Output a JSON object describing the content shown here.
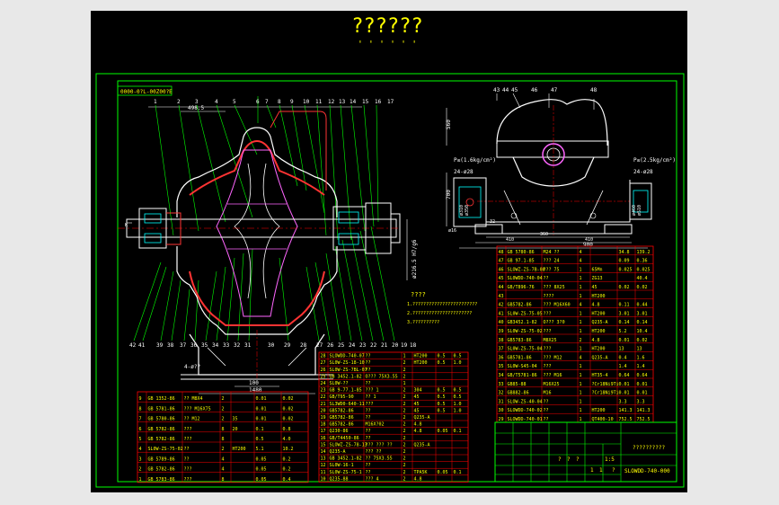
{
  "title": {
    "main": "??????",
    "sub": "' ' ' ' ' '"
  },
  "drawing_code_box": "0000-0?L-00Z00?E",
  "left_view": {
    "dim_width": "498.5",
    "dim_height": "ø216.5 H7/g6",
    "dim_base": "4-ø??",
    "dim_foot": "100",
    "dim_bottom": "1480",
    "top_callouts": [
      "1",
      "2",
      "3",
      "4",
      "5",
      "6",
      "7",
      "8",
      "9",
      "10",
      "11",
      "12",
      "13",
      "14",
      "15",
      "16",
      "17"
    ],
    "bottom_callouts": [
      "42",
      "41",
      "39",
      "38",
      "37",
      "36",
      "35",
      "34",
      "33",
      "32",
      "31",
      "30",
      "29",
      "28",
      "27",
      "26",
      "25",
      "24",
      "23",
      "22",
      "21",
      "20",
      "19",
      "18"
    ]
  },
  "right_view": {
    "top_labels": [
      "43",
      "44",
      "45",
      "46",
      "47",
      "48"
    ],
    "dim_height": "560",
    "dim_left_height": "700",
    "label_left": "P≤(1.6kg/cm²)",
    "label_right": "P≤(2.5kg/cm²)",
    "holes_left": "24-ø28",
    "holes_right": "24-ø28",
    "dim_bottom1": "360",
    "dim_bottom2": "410",
    "dim_bottom3": "410",
    "dim_total": "900",
    "dim_inner": "32",
    "dim_d310": "ø310",
    "dim_d350": "ø350",
    "dim_d460": "ø460",
    "dim_d510": "ø510"
  },
  "notes": {
    "heading": "????",
    "lines": [
      "1.????????????????????????",
      "2.??????????????????????",
      "3.??????????"
    ]
  },
  "parts_table_right": [
    [
      "48",
      "GB 5780-86",
      "M24 ??",
      "4",
      "",
      "34.8",
      "139.2"
    ],
    [
      "47",
      "GB 97.1-85",
      "??? 24",
      "4",
      "",
      "0.09",
      "0.36"
    ],
    [
      "46",
      "SLOWZ-ZS-7B-08",
      "??? 75",
      "1",
      "65Mn",
      "0.025",
      "0.025"
    ],
    [
      "45",
      "SL0WDD-740-04",
      "??",
      "1",
      "ZG13",
      "",
      "40.4"
    ],
    [
      "44",
      "GB/T896-76",
      "??? 8X25",
      "1",
      "45",
      "0.02",
      "0.02"
    ],
    [
      "43",
      "",
      "????",
      "1",
      "HT200",
      "",
      ""
    ],
    [
      "42",
      "GB5782-86",
      "??? M16X60",
      "4",
      "4.8",
      "0.11",
      "0.44"
    ],
    [
      "41",
      "SL0W-ZS-75-05",
      "???",
      "1",
      "HT200",
      "3.01",
      "3.01"
    ],
    [
      "40",
      "GB3452.1-82",
      "O??? 3?0",
      "1",
      "Q235-A",
      "0.14",
      "0.14"
    ],
    [
      "39",
      "SL0W-ZS-75-02",
      "???",
      "1",
      "HT200",
      "5.2",
      "10.4"
    ],
    [
      "38",
      "GB5783-86",
      "M8X25",
      "2",
      "4.8",
      "0.01",
      "0.02"
    ],
    [
      "37",
      "SL0W-ZS-75-04",
      "???",
      "1",
      "HT200",
      "13",
      "13"
    ],
    [
      "36",
      "GB5781-86",
      "??? M12",
      "4",
      "Q235-A",
      "0.4",
      "1.6"
    ],
    [
      "35",
      "SL0W-S45-04",
      "???",
      "1",
      "",
      "1.4",
      "1.4"
    ],
    [
      "34",
      "GB/T5781-86",
      "??? M16",
      "1",
      "HT35-4",
      "0.64",
      "0.64"
    ],
    [
      "33",
      "GB85-88",
      "M16X25",
      "1",
      "?Cr18Ni9Ti",
      "0.01",
      "0.01"
    ],
    [
      "32",
      "GB882-86",
      "M16",
      "1",
      "?Cr18Ni9Ti",
      "0.01",
      "0.01"
    ],
    [
      "31",
      "SLOW-ZS-40-04",
      "??",
      "1",
      "",
      "3.3",
      "3.3"
    ],
    [
      "30",
      "SLOWDD-740-02",
      "??",
      "1",
      "HT200",
      "141.3",
      "141.3"
    ],
    [
      "29",
      "SLOWDD-740-01",
      "??",
      "1",
      "QT400-10",
      "752.5",
      "752.5"
    ]
  ],
  "parts_table_mid": [
    [
      "28",
      "SLOWDD-740-07",
      "??",
      "1",
      "HT200",
      "0.5",
      "0.5"
    ],
    [
      "27",
      "SL0W-ZS-18-10",
      "??",
      "2",
      "HT200",
      "0.5",
      "1.0"
    ],
    [
      "26",
      "SL0W-ZS-7BL-07",
      "??",
      "2",
      "",
      "",
      ""
    ],
    [
      "25",
      "GB 3452.1-82",
      "O??? 75X3.55",
      "2",
      "",
      "",
      ""
    ],
    [
      "24",
      "SL0W-??",
      "??",
      "1",
      "",
      "",
      ""
    ],
    [
      "23",
      "GB 9-77.1-85",
      "??? 1",
      "2",
      "304",
      "0.5",
      "0.5"
    ],
    [
      "22",
      "GB/T95-90",
      "?? 1",
      "2",
      "45",
      "0.5",
      "0.5"
    ],
    [
      "21",
      "SL3WD0-640-11",
      "???",
      "2",
      "45",
      "0.5",
      "1.0"
    ],
    [
      "20",
      "GB5782-86",
      "??",
      "2",
      "45",
      "0.5",
      "1.0"
    ],
    [
      "19",
      "GB5782-86",
      "??",
      "2",
      "Q235-A",
      "",
      ""
    ],
    [
      "18",
      "GB5782-86",
      "M16X?02",
      "2",
      "4.8",
      "",
      ""
    ],
    [
      "17",
      "Q230-86",
      "??",
      "2",
      "4.8",
      "0.05",
      "0.1"
    ],
    [
      "16",
      "GB/T4450-86",
      "??",
      "2",
      "",
      "",
      ""
    ],
    [
      "15",
      "SLOWZ-ZS-78-13",
      "??? ??? ??",
      "2",
      "Q235-A",
      "",
      ""
    ],
    [
      "14",
      "Q235-A",
      "??? ??",
      "2",
      "",
      "",
      ""
    ],
    [
      "13",
      "GB 3452.1-82",
      "?? 75X3.55",
      "2",
      "",
      "",
      ""
    ],
    [
      "12",
      "SL0W-16-1",
      "??",
      "2",
      "",
      "",
      ""
    ],
    [
      "11",
      "SL0W-ZS-75-1",
      "??",
      "2",
      "TPA5K",
      "0.05",
      "0.1"
    ],
    [
      "10",
      "Q235-88",
      "??? 4",
      "2",
      "4.8",
      "",
      ""
    ]
  ],
  "parts_table_left": [
    [
      "9",
      "GB 1352-86",
      "?? M8X4",
      "2",
      "",
      "0.01",
      "0.02"
    ],
    [
      "8",
      "GB 5781-86",
      "??? M16X75",
      "2",
      "",
      "0.01",
      "0.02"
    ],
    [
      "7",
      "GB 5780-86",
      "?? M12",
      "2",
      "35",
      "0.01",
      "0.02"
    ],
    [
      "6",
      "GB 5782-86",
      "???",
      "8",
      "20",
      "0.1",
      "0.8"
    ],
    [
      "5",
      "GB 5782-86",
      "???",
      "8",
      "",
      "0.5",
      "4.0"
    ],
    [
      "4",
      "SL0W-ZS-75-02",
      "??",
      "2",
      "HT200",
      "5.1",
      "10.2"
    ],
    [
      "3",
      "GB 5789-86",
      "??",
      "4",
      "",
      "0.05",
      "0.2"
    ],
    [
      "2",
      "GB 5782-86",
      "???",
      "4",
      "",
      "0.05",
      "0.2"
    ],
    [
      "1",
      "GB 5783-86",
      "???",
      "8",
      "",
      "0.05",
      "0.4"
    ]
  ],
  "title_block": {
    "name": "??????????",
    "code": "SLOWDD-740-000",
    "scale": "1:5",
    "marks": [
      "?",
      "?",
      "?",
      "1",
      "1",
      "?"
    ]
  },
  "colors": {
    "frame": "#00ff00",
    "outline": "#ffffff",
    "table": "#ff0000",
    "text": "#ffff00",
    "center": "#ff0000",
    "hatch": "#ff00ff",
    "dim": "#00ffff"
  }
}
